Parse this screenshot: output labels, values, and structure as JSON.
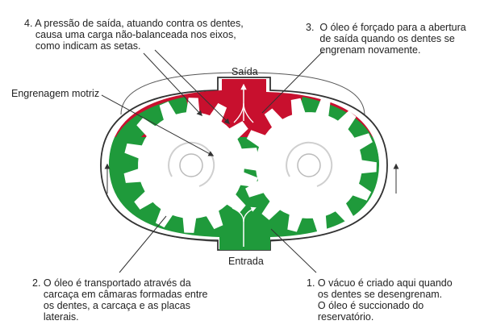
{
  "labels": {
    "outlet": "Saída",
    "inlet": "Entrada",
    "drive_gear": "Engrenagem motriz"
  },
  "notes": {
    "note1": "1. O vácuo é criado aqui quando\n    os dentes se desengrenam.\n    O óleo é succionado do\n    reservatório.",
    "note2": "2. O óleo é transportado através da\n    carcaça em câmaras formadas entre\n    os dentes, a carcaça e as placas\n    laterais.",
    "note3": "3.  O óleo é forçado para a abertura\n     de saída quando os dentes se\n     engrenam novamente.",
    "note4": "4. A pressão de saída, atuando contra os dentes,\n    causa uma carga não-balanceada nos eixos,\n    como indicam as setas."
  },
  "colors": {
    "high_pressure": "#c8102e",
    "low_pressure": "#1f9a3b",
    "outline": "#333333"
  },
  "icons": [
    "rotation-arrow-icon",
    "flow-arrow-icon",
    "force-arrow-icon"
  ]
}
